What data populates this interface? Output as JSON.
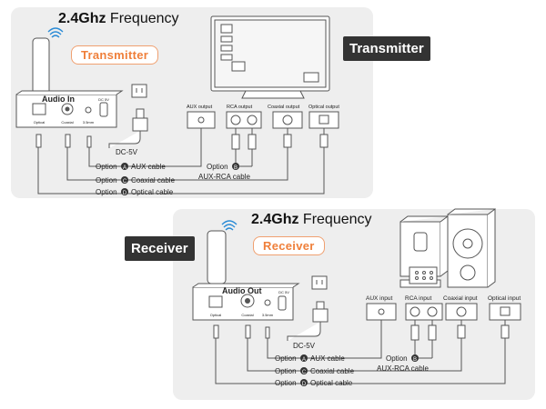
{
  "transmitter_section": {
    "frequency_label_bold": "2.4Ghz",
    "frequency_label_rest": " Frequency",
    "side_label": "Transmitter",
    "device_badge": "Transmitter",
    "device_port_title": "Audio In",
    "ports": [
      "Optical",
      "Coaxial",
      "3.5mm",
      "DC 5V"
    ],
    "tv_outputs": [
      "AUX output",
      "RCA output",
      "Coaxial output",
      "Optical output"
    ],
    "power_label": "DC-5V",
    "options": [
      {
        "letter": "A",
        "prefix": "Option",
        "text": "AUX cable"
      },
      {
        "letter": "B",
        "prefix": "Option",
        "text": ""
      },
      {
        "letter": "C",
        "prefix": "Option",
        "text": "Coaxial cable"
      },
      {
        "letter": "D",
        "prefix": "Option",
        "text": "Optical cable"
      }
    ],
    "aux_rca_label": "AUX-RCA cable"
  },
  "receiver_section": {
    "frequency_label_bold": "2.4Ghz",
    "frequency_label_rest": " Frequency",
    "side_label": "Receiver",
    "device_badge": "Receiver",
    "device_port_title": "Audio Out",
    "ports": [
      "Optical",
      "Coaxial",
      "3.5mm",
      "DC 5V"
    ],
    "speaker_inputs": [
      "AUX  input",
      "RCA input",
      "Coaxial input",
      "Optical input"
    ],
    "power_label": "DC-5V",
    "options": [
      {
        "letter": "A",
        "prefix": "Option",
        "text": "AUX cable"
      },
      {
        "letter": "B",
        "prefix": "Option",
        "text": ""
      },
      {
        "letter": "C",
        "prefix": "Option",
        "text": "Coaxial cable"
      },
      {
        "letter": "D",
        "prefix": "Option",
        "text": "Optical cable"
      }
    ],
    "aux_rca_label": "AUX-RCA cable"
  },
  "colors": {
    "panel_bg": "#eeeeee",
    "accent_orange": "#ef7f3a",
    "dark_label": "#333333",
    "line": "#555555",
    "wifi_blue": "#2a8bd6"
  }
}
